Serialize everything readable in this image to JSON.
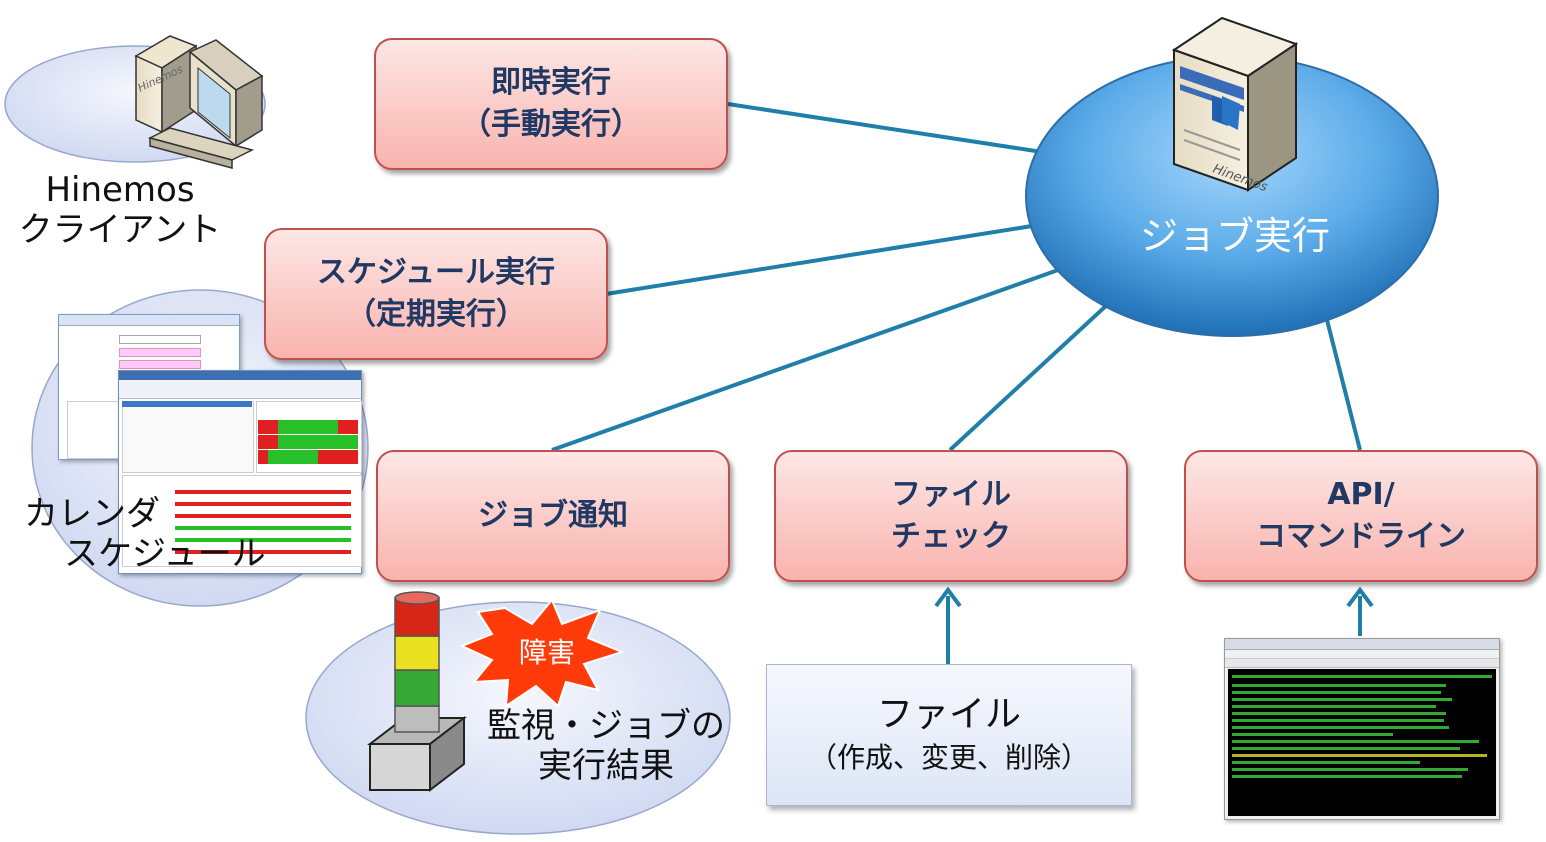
{
  "center": {
    "label": "ジョブ実行"
  },
  "boxes": {
    "immediate": {
      "line1": "即時実行",
      "line2": "（手動実行）"
    },
    "schedule": {
      "line1": "スケジュール実行",
      "line2": "（定期実行）"
    },
    "notify": {
      "line1": "ジョブ通知"
    },
    "filecheck": {
      "line1": "ファイル",
      "line2": "チェック"
    },
    "api": {
      "line1": "API/",
      "line2": "コマンドライン"
    }
  },
  "client": {
    "line1": "Hinemos",
    "line2": "クライアント",
    "server_brand": "Hinemos",
    "pc_brand": "Hinemos"
  },
  "calendar": {
    "line1": "カレンダ",
    "line2": "スケジュール"
  },
  "monitor": {
    "badge": "障害",
    "line1": "監視・ジョブの",
    "line2": "実行結果"
  },
  "file_note": {
    "line1": "ファイル",
    "line2": "（作成、変更、削除）"
  },
  "colors": {
    "box_border": "#c0504d",
    "box_fill": "#f9b3ae",
    "box_text": "#1f3864",
    "connector": "#1f7fa8",
    "ellipse": "#3b8fd4"
  }
}
